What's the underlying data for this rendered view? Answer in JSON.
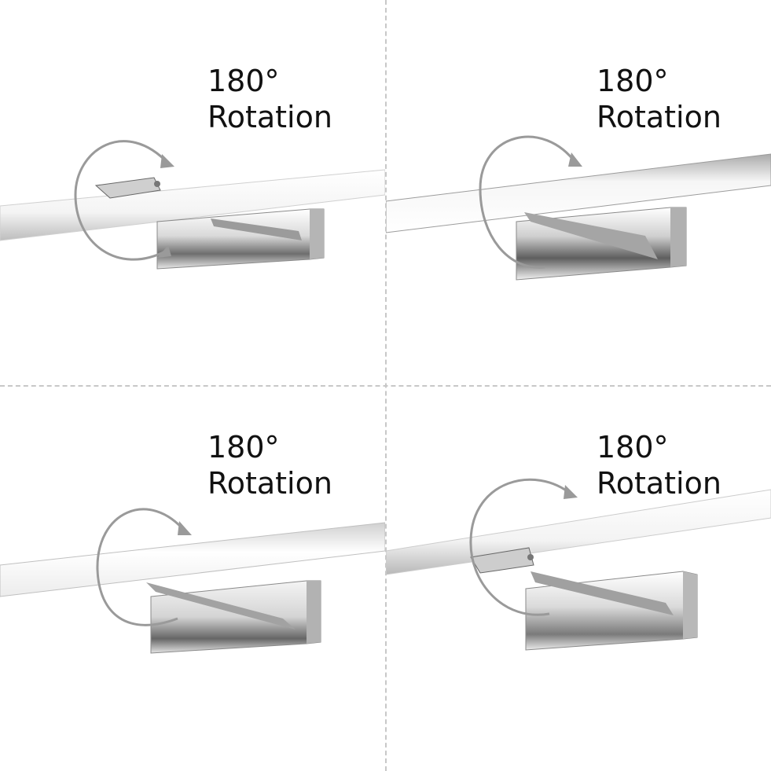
{
  "panels": [
    {
      "angle": "180°",
      "label": "Rotation"
    },
    {
      "angle": "180°",
      "label": "Rotation"
    },
    {
      "angle": "180°",
      "label": "Rotation"
    },
    {
      "angle": "180°",
      "label": "Rotation"
    }
  ],
  "colors": {
    "arrow": "#9a9a9a",
    "chrome_light": "#f2f2f2",
    "chrome_dark": "#5a5a5a",
    "divider": "#c8c8c8"
  }
}
